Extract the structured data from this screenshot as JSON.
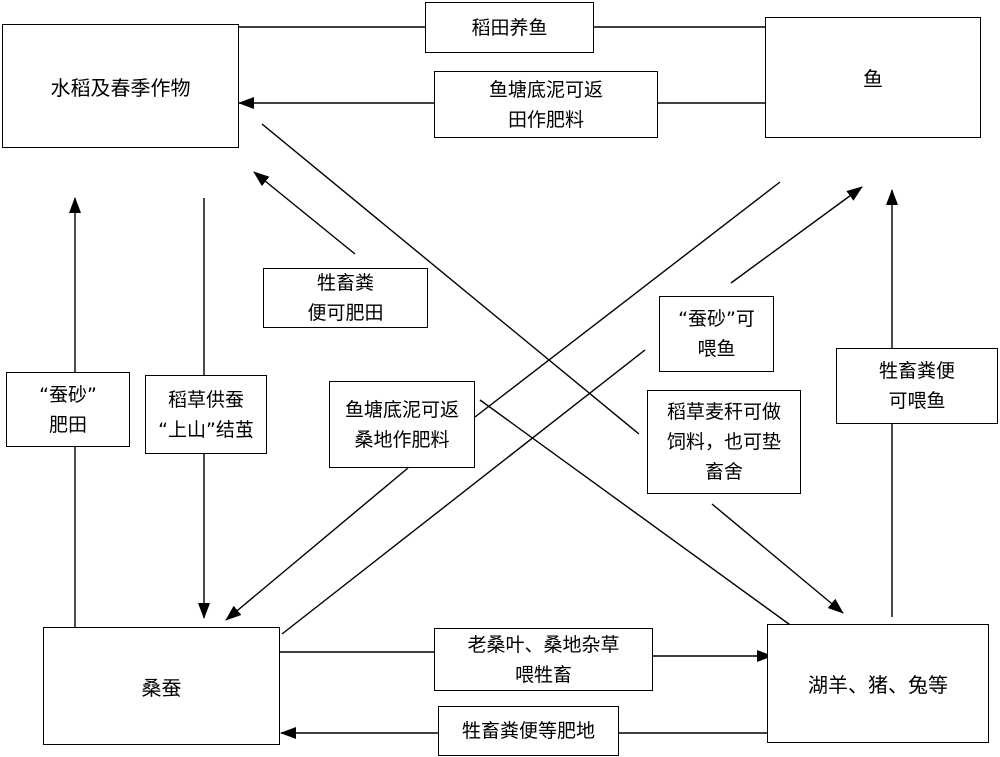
{
  "nodes": {
    "rice": "水稻及春季作物",
    "fish": "鱼",
    "silkworm": "桑蚕",
    "livestock": "湖羊、猪、兔等"
  },
  "labels": {
    "rice_fish_top": "稻田养鱼",
    "pond_mud_to_rice": [
      "鱼塘底泥可返",
      "田作肥料"
    ],
    "silk_dung_fields": [
      "“蚕砂”",
      "肥田"
    ],
    "straw_for_silkworm": [
      "稻草供蚕",
      "“上山”结茧"
    ],
    "livestock_dung_fields": [
      "牲畜粪",
      "便可肥田"
    ],
    "pond_mud_to_mulberry": [
      "鱼塘底泥可返",
      "桑地作肥料"
    ],
    "silk_dung_feed_fish": [
      "“蚕砂”可",
      "喂鱼"
    ],
    "straw_fodder": [
      "稻草麦秆可做",
      "饲料，也可垫",
      "畜舍"
    ],
    "livestock_dung_feed_fish": [
      "牲畜粪便",
      "可喂鱼"
    ],
    "leaves_feed_livestock": [
      "老桑叶、桑地杂草",
      "喂牲畜"
    ],
    "livestock_dung_mulberry": "牲畜粪便等肥地"
  }
}
